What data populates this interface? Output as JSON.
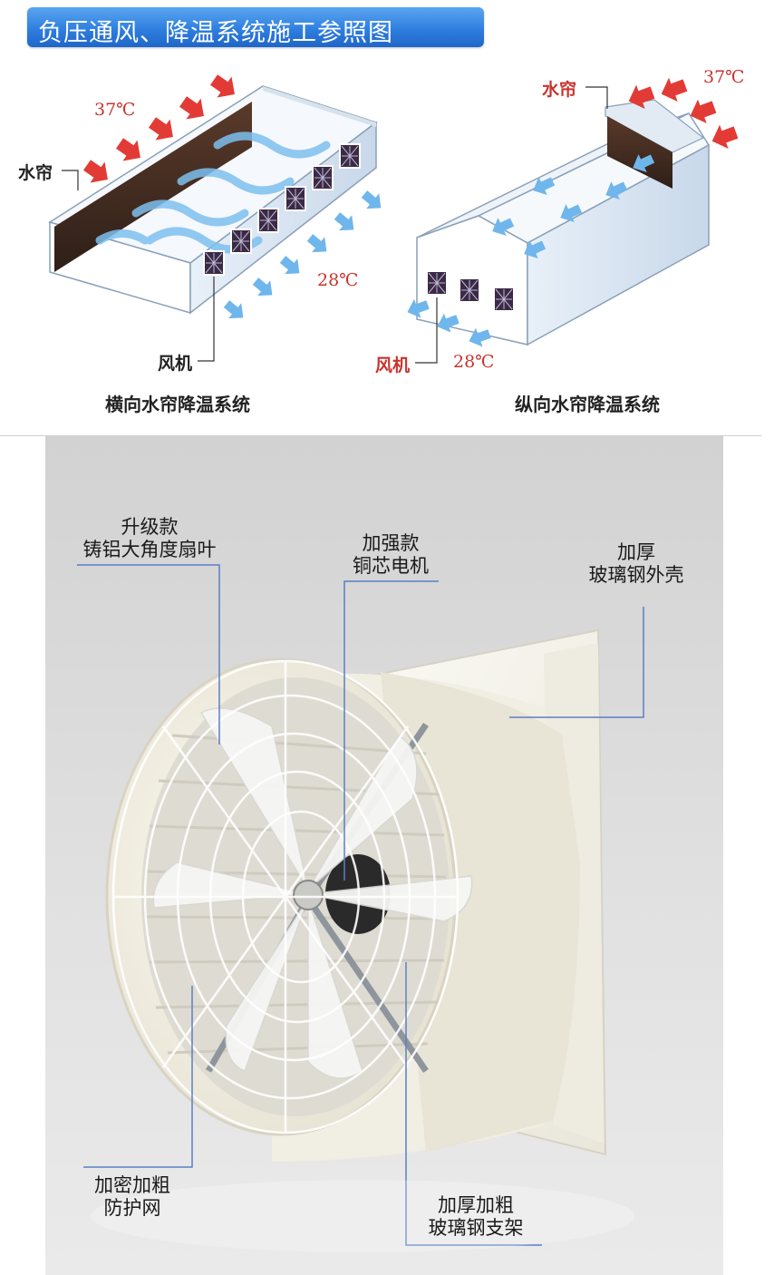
{
  "header": {
    "title": "负压通风、降温系统施工参照图"
  },
  "left_diagram": {
    "caption": "横向水帘降温系统",
    "curtain_label": "水帘",
    "fan_label": "风机",
    "temp_in": "37℃",
    "temp_out": "28℃"
  },
  "right_diagram": {
    "caption": "纵向水帘降温系统",
    "curtain_label": "水帘",
    "fan_label": "风机",
    "temp_in": "37℃",
    "temp_out": "28℃"
  },
  "fan_photo": {
    "blade": {
      "line1": "升级款",
      "line2": "铸铝大角度扇叶"
    },
    "motor": {
      "line1": "加强款",
      "line2": "铜芯电机"
    },
    "shell": {
      "line1": "加厚",
      "line2": "玻璃钢外壳"
    },
    "guard": {
      "line1": "加密加粗",
      "line2": "防护网"
    },
    "bracket": {
      "line1": "加厚加粗",
      "line2": "玻璃钢支架"
    }
  },
  "colors": {
    "banner": "#2f7fe0",
    "hot_arrow": "#e23b36",
    "cool_arrow": "#6fb6ec",
    "callout_line": "#5a7fc4"
  }
}
